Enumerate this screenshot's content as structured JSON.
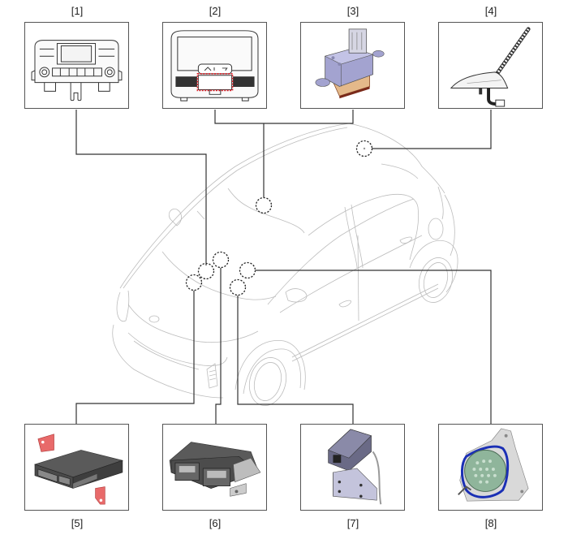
{
  "figure": {
    "title": "Component location diagram",
    "components": [
      {
        "id": 1,
        "label": "[1]",
        "icon": "audio-head-unit-icon"
      },
      {
        "id": 2,
        "label": "[2]",
        "icon": "overhead-console-icon"
      },
      {
        "id": 3,
        "label": "[3]",
        "icon": "module-connector-icon"
      },
      {
        "id": 4,
        "label": "[4]",
        "icon": "shark-fin-antenna-icon"
      },
      {
        "id": 5,
        "label": "[5]",
        "icon": "control-unit-bracket-icon"
      },
      {
        "id": 6,
        "label": "[6]",
        "icon": "ecu-module-icon"
      },
      {
        "id": 7,
        "label": "[7]",
        "icon": "bracket-module-icon"
      },
      {
        "id": 8,
        "label": "[8]",
        "icon": "speaker-unit-icon"
      }
    ],
    "colors": {
      "box_border": "#555555",
      "leader_line": "#333333",
      "car_outline": "#bbbbbb",
      "highlight_red": "#e0222a",
      "bracket_red": "#e86a6a",
      "module_purple": "#9a9ac6",
      "module_dark": "#4a4a4a",
      "speaker_blue": "#1a2fb5",
      "speaker_green": "#8fb59b",
      "base_tan": "#e4b98a"
    }
  }
}
